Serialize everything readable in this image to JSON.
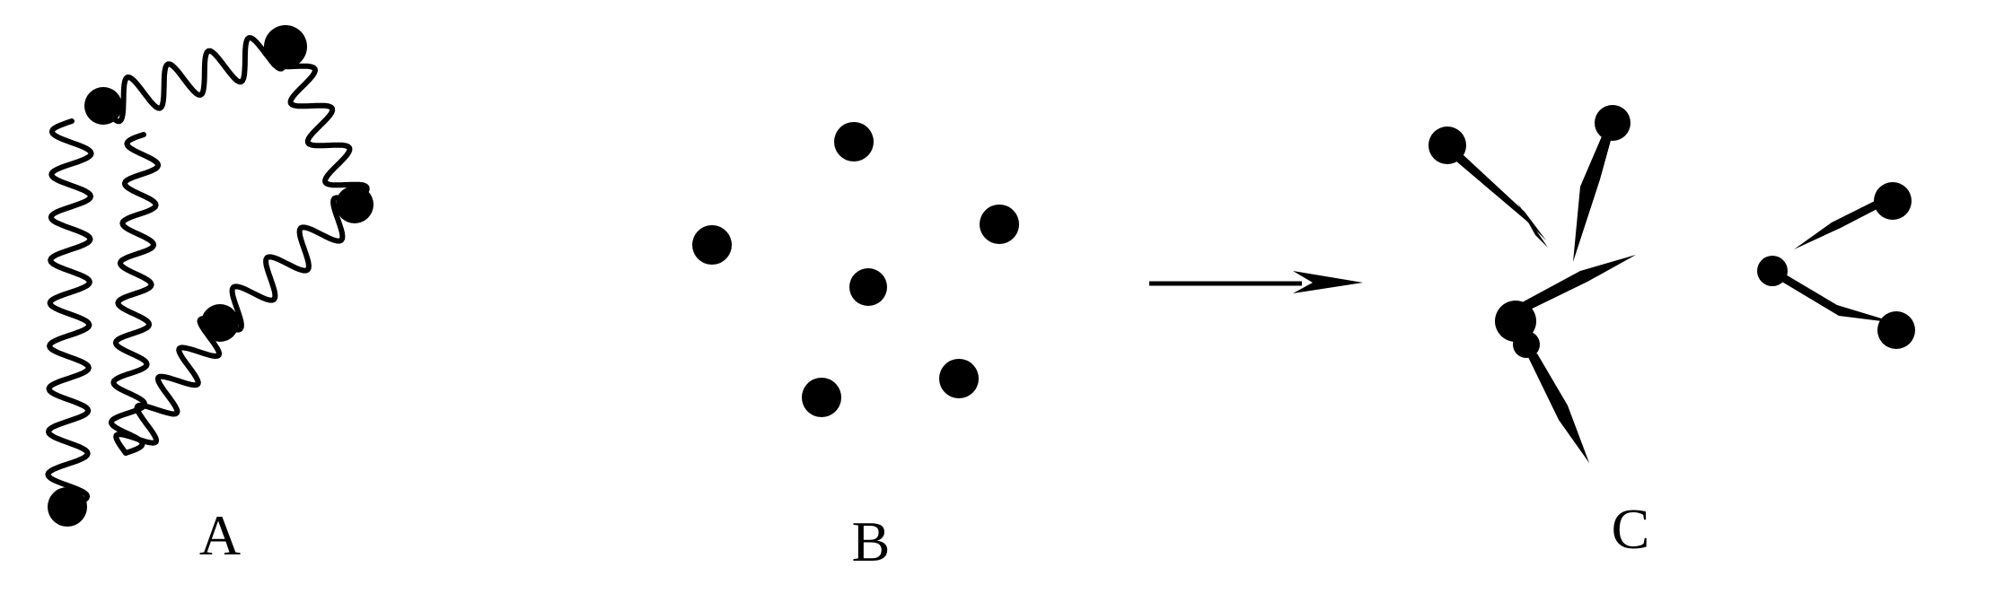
{
  "panels": {
    "a": {
      "label": "A"
    },
    "b": {
      "label": "B"
    },
    "c": {
      "label": "C"
    }
  },
  "colors": {
    "ink": "#000000",
    "background": "#ffffff"
  }
}
